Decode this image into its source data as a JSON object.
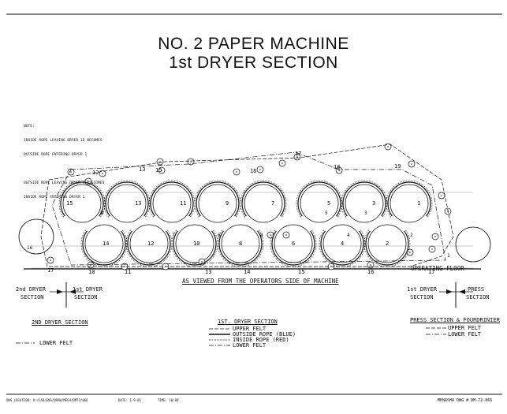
{
  "title_line1": "NO. 2 PAPER  MACHINE",
  "title_line2": "1st DRYER SECTION",
  "note_lines": [
    "NOTE:",
    "INSIDE ROPE LEAVING DRYER 15 BECOMES",
    "OUTSIDE ROPE ENTERING DRYER 1",
    "",
    "OUTSIDE ROPE LEAVING DRYER 15 BECOMES",
    "INSIDE ROPE ENTERING DRYER 1"
  ],
  "operating_floor": "OPERATING FLOOR",
  "viewed_from": "AS VIEWED FROM THE OPERATORS SIDE OF MACHINE",
  "boundary_left": {
    "a_line1": "2nd DRYER",
    "a_line2": "SECTION",
    "b_line1": "1st  DRYER",
    "b_line2": "SECTION"
  },
  "boundary_right": {
    "a_line1": "1st  DRYER",
    "a_line2": "SECTION",
    "b_line1": "PRESS",
    "b_line2": "SECTION"
  },
  "legend_left": {
    "title": "2ND DRYER SECTION",
    "items": [
      "LOWER FELT"
    ]
  },
  "legend_center": {
    "title": "1ST. DRYER SECTION",
    "items": [
      "UPPER FELT",
      "OUTSIDE ROPE  (BLUE)",
      "INSIDE ROPE  (RED)",
      "LOWER FELT"
    ]
  },
  "legend_right": {
    "title": "PRESS SECTION & FOURDRINIER",
    "items": [
      "UPPER FELT",
      "LOWER FELT"
    ]
  },
  "footer": {
    "location": "DWG LOCATION: O:/CAD/ENG/DRAW/MECH/DMT2/866",
    "date": "DATE: 1-9-01",
    "time": "TIME: 10:00",
    "drawing_no": "MENASHA DWG #  DM-72-866"
  },
  "upper_dryers": [
    "15",
    "13",
    "11",
    "9",
    "7",
    "5",
    "3",
    "1"
  ],
  "lower_dryers": [
    "14",
    "12",
    "10",
    "8",
    "6",
    "4",
    "2"
  ],
  "roll_numbers_top": [
    "12",
    "13",
    "15",
    "16",
    "17",
    "18",
    "19"
  ],
  "roll_numbers_bottom": [
    "17",
    "10",
    "11",
    "13",
    "14",
    "15",
    "16",
    "17"
  ],
  "roll_numbers_side": [
    "16",
    "7",
    "9",
    "7",
    "8",
    "6",
    "4",
    "5",
    "3",
    "2",
    "1"
  ]
}
